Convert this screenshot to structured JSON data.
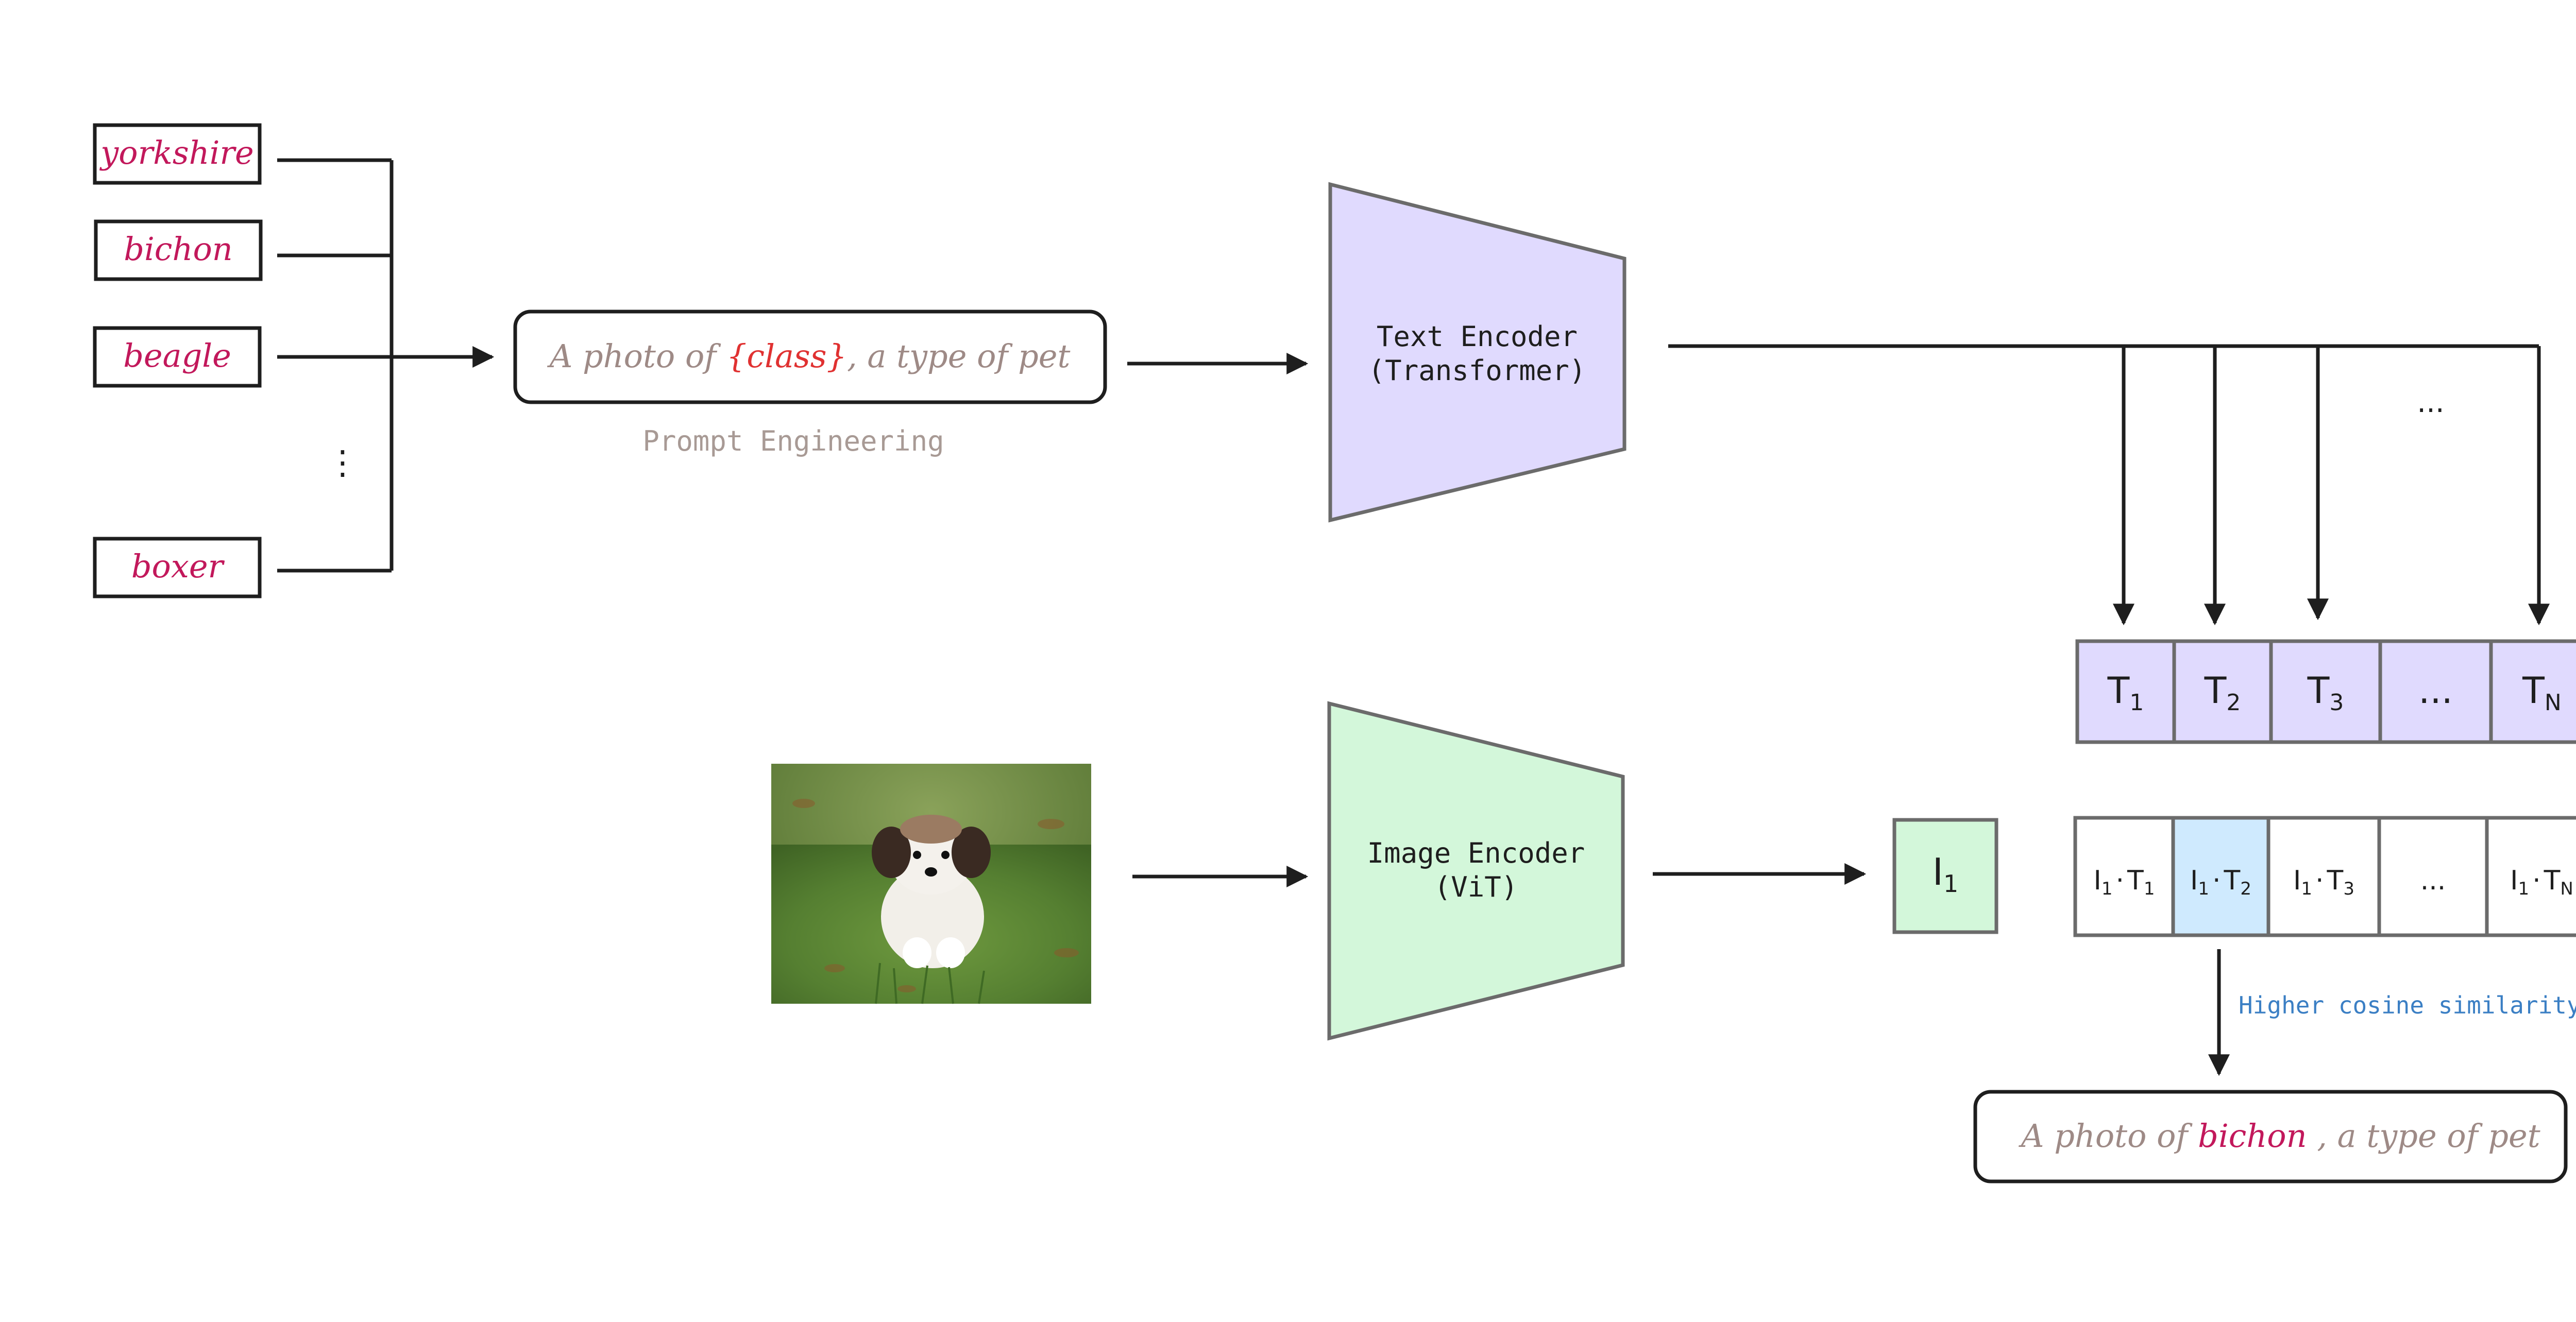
{
  "classes": [
    "yorkshire",
    "bichon",
    "beagle",
    "boxer"
  ],
  "class_ellipsis": "⋮",
  "prompt": {
    "prefix": "A photo of ",
    "placeholder": "{class}",
    "suffix": ", a type of pet",
    "caption": "Prompt Engineering"
  },
  "text_encoder": {
    "line1": "Text Encoder",
    "line2": "(Transformer)"
  },
  "image_encoder": {
    "line1": "Image Encoder",
    "line2": "(ViT)"
  },
  "fanout_ellipsis": "...",
  "text_embeddings": [
    {
      "base": "T",
      "sub": "1"
    },
    {
      "base": "T",
      "sub": "2"
    },
    {
      "base": "T",
      "sub": "3"
    },
    {
      "base": "...",
      "sub": ""
    },
    {
      "base": "T",
      "sub": "N"
    }
  ],
  "image_embedding": {
    "base": "I",
    "sub": "1"
  },
  "similarity_cells": [
    {
      "a": "I",
      "a_sub": "1",
      "b": "T",
      "b_sub": "1",
      "highlight": false
    },
    {
      "a": "I",
      "a_sub": "1",
      "b": "T",
      "b_sub": "2",
      "highlight": true
    },
    {
      "a": "I",
      "a_sub": "1",
      "b": "T",
      "b_sub": "3",
      "highlight": false
    },
    {
      "ellipsis": "...",
      "highlight": false
    },
    {
      "a": "I",
      "a_sub": "1",
      "b": "T",
      "b_sub": "N",
      "highlight": false
    }
  ],
  "similarity_note": "Higher cosine similarity",
  "result": {
    "prefix": "A photo of ",
    "class": "bichon",
    "suffix": " , a type of pet"
  },
  "colors": {
    "stroke": "#1e1e1e",
    "class_text": "#c2185b",
    "prompt_text": "#9e8a86",
    "placeholder_text": "#e03131",
    "caption_text": "#a89a95",
    "text_encoder_fill": "#e0dafe",
    "image_encoder_fill": "#d3f7da",
    "embedding_text_fill": "#e0dafe",
    "embedding_image_fill": "#d3f7da",
    "highlight_fill": "#cfeafe",
    "note_text": "#3b7fc4",
    "encoder_stroke": "#6b6b6b"
  },
  "icons": {
    "dog_photo": "puppy-photo"
  }
}
